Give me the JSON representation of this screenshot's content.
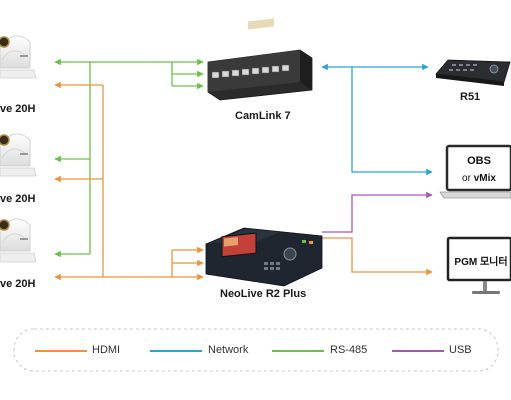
{
  "colors": {
    "hdmi": "#f0923a",
    "network": "#2aa4d6",
    "rs485": "#6cc04a",
    "usb": "#a657b5"
  },
  "cameras": [
    {
      "label": "ve 20H"
    },
    {
      "label": "ve 20H"
    },
    {
      "label": "ve 20H"
    }
  ],
  "devices": {
    "camlink": {
      "label": "CamLink 7",
      "icon": "ethernet-switch-icon"
    },
    "neolive": {
      "label": "NeoLive R2 Plus",
      "icon": "video-switcher-icon"
    },
    "r51": {
      "label": "R51",
      "icon": "ptz-controller-keyboard-icon"
    },
    "laptop": {
      "line1": "OBS",
      "line2_prefix": "or ",
      "line2_bold": "vMix",
      "icon": "laptop-icon"
    },
    "monitor": {
      "label": "PGM 모니터",
      "icon": "monitor-icon"
    }
  },
  "legend": [
    {
      "label": "HDMI",
      "color_key": "hdmi"
    },
    {
      "label": "Network",
      "color_key": "network"
    },
    {
      "label": "RS-485",
      "color_key": "rs485"
    },
    {
      "label": "USB",
      "color_key": "usb"
    }
  ]
}
